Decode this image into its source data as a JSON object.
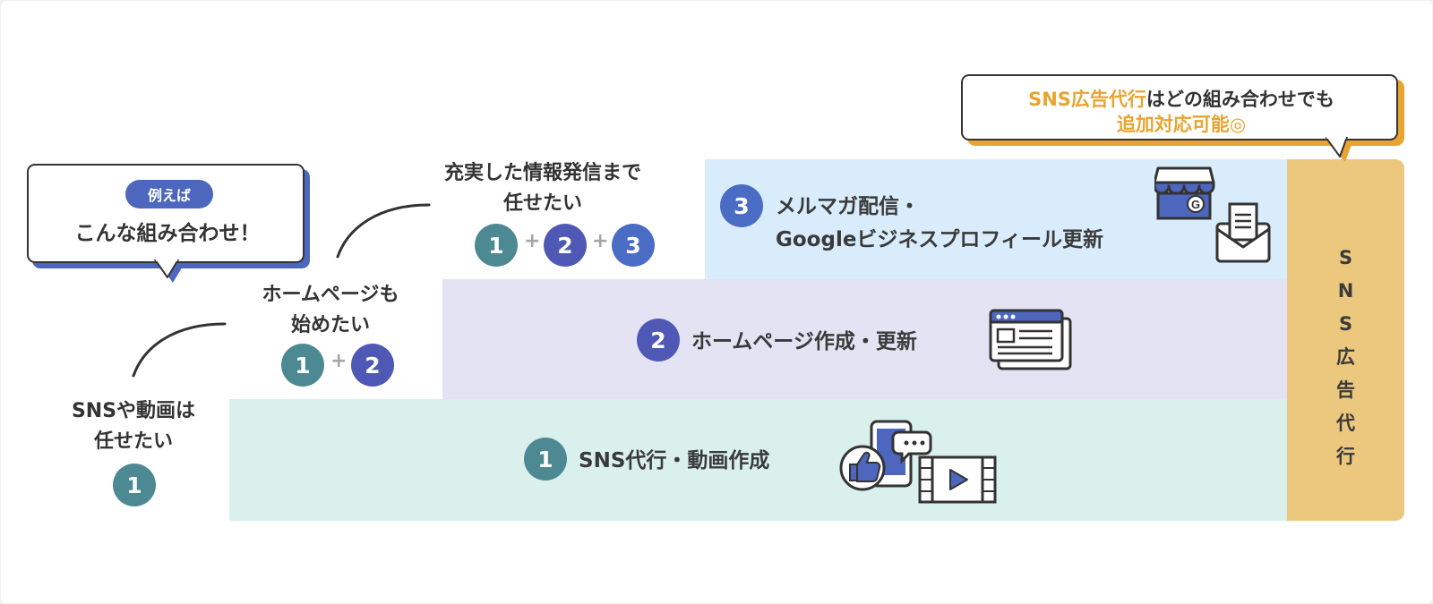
{
  "bubble_example": {
    "pill": "例えば",
    "text": "こんな組み合わせ！"
  },
  "bubble_ads": {
    "line1_highlight": "SNS広告代行",
    "line1_rest": "はどの組み合わせでも",
    "line2": "追加対応可能◎"
  },
  "steps": [
    {
      "lines": [
        "SNSや動画は",
        "任せたい"
      ],
      "numbers": [
        "1"
      ]
    },
    {
      "lines": [
        "ホームページも",
        "始めたい"
      ],
      "numbers": [
        "1",
        "2"
      ]
    },
    {
      "lines": [
        "充実した情報発信まで",
        "任せたい"
      ],
      "numbers": [
        "1",
        "2",
        "3"
      ]
    }
  ],
  "plus_sign": "+",
  "services": [
    {
      "number": "1",
      "label": "SNS代行・動画作成",
      "icon": "social-video-icon"
    },
    {
      "number": "2",
      "label": "ホームページ作成・更新",
      "icon": "website-icon"
    },
    {
      "number": "3",
      "line1": "メルマガ配信・",
      "line2": "Googleビジネスプロフィール更新",
      "icon": "store-mail-icon"
    }
  ],
  "ads_column": {
    "chars": [
      "S",
      "N",
      "S",
      "広",
      "告",
      "代",
      "行"
    ]
  },
  "colors": {
    "circle1": "#4d8992",
    "circle2": "#5058b5",
    "circle3": "#4b6cc4",
    "bar1": "#d9f0ed",
    "bar2": "#e3e3f3",
    "bar3": "#d8ecfb",
    "ads": "#ebc87e",
    "accent_orange": "#e8a431",
    "accent_blue": "#4c67bd"
  }
}
